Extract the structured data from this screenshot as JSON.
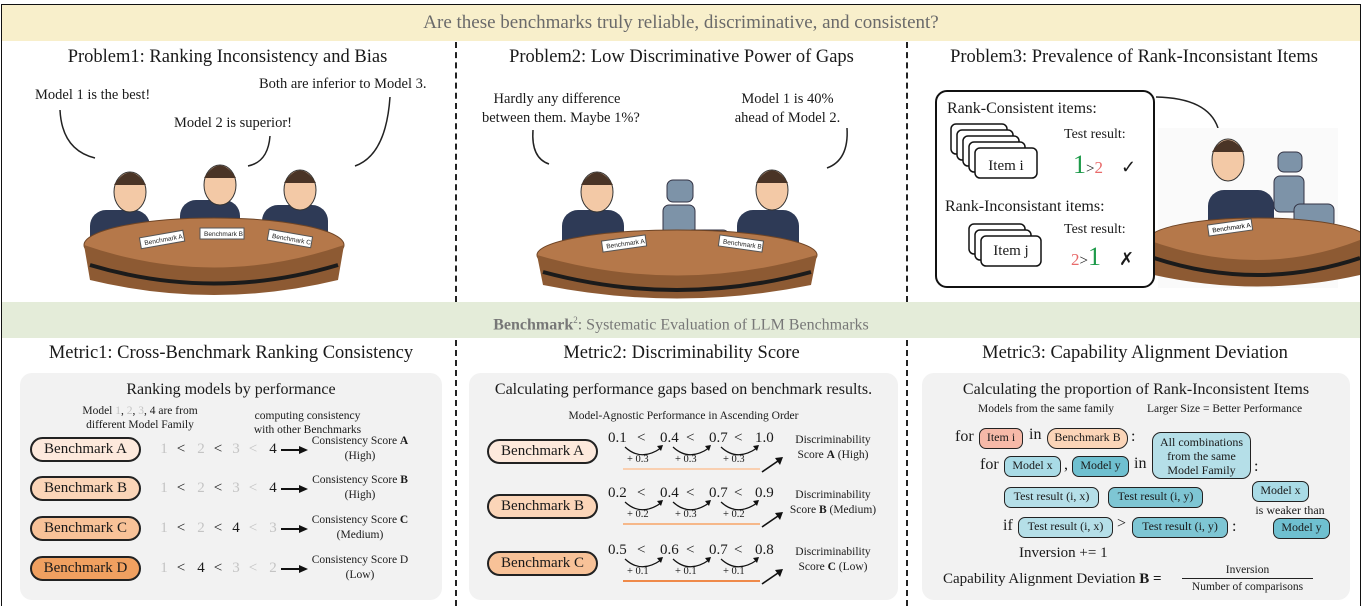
{
  "banner": "Are these benchmarks truly reliable, discriminative, and consistent?",
  "colors": {
    "banner_bg": "#f8efcb",
    "band_bg": "#e4ecd9",
    "bench_a": "#fde9dc",
    "bench_b": "#fbd5b8",
    "bench_c": "#f8c298",
    "bench_d": "#f0a060",
    "item": "#f6b9a8",
    "model_x": "#a9dbe6",
    "model_y": "#6fc0d0",
    "green": "#1e9a4a",
    "red": "#e86a6a",
    "gap_line": "#f0a070"
  },
  "problem1": {
    "title": "Problem1: Ranking Inconsistency and Bias",
    "bubble1": "Model 1 is the best!",
    "bubble2": "Model 2 is superior!",
    "bubble3": "Both are inferior to Model 3.",
    "cards": [
      "Benchmark A",
      "Benchmark B",
      "Benchmark C"
    ]
  },
  "problem2": {
    "title": "Problem2: Low Discriminative Power of Gaps",
    "bubble1_l1": "Hardly any difference",
    "bubble1_l2": "between them. Maybe 1%?",
    "bubble2_l1": "Model 1 is 40%",
    "bubble2_l2": "ahead of Model 2.",
    "cards": [
      "Benchmark A",
      "Benchmark B"
    ]
  },
  "problem3": {
    "title": "Problem3: Prevalence of Rank-Inconsistant Items",
    "consistent_heading": "Rank-Consistent items:",
    "item_i": "Item i",
    "test_result": "Test result:",
    "c_left": "1",
    "c_op": ">",
    "c_right": "2",
    "check": "✓",
    "inconsistent_heading": "Rank-Inconsistant items:",
    "item_j": "Item j",
    "i_left": "2",
    "i_op": ">",
    "i_right": "1",
    "cross": "✗",
    "card": "Benchmark A"
  },
  "band": {
    "bold": "Benchmark",
    "sup": "2",
    "rest": ": Systematic Evaluation of LLM Benchmarks"
  },
  "metric1": {
    "title": "Metric1: Cross-Benchmark Ranking Consistency",
    "box_title": "Ranking models by performance",
    "note_prefix": "Model ",
    "note_nums": [
      "1",
      ", ",
      "2",
      ", ",
      "3",
      ", 4 are from"
    ],
    "note_l2": "different Model Family",
    "note2_l1": "computing consistency",
    "note2_l2": "with other Benchmarks",
    "rows": [
      {
        "bench": "Benchmark A",
        "seq": [
          {
            "n": "1",
            "dim": true
          },
          {
            "n": "<",
            "dim": false
          },
          {
            "n": "2",
            "dim": true
          },
          {
            "n": "<",
            "dim": false
          },
          {
            "n": "3",
            "dim": true
          },
          {
            "n": "<",
            "dim": true
          },
          {
            "n": "4",
            "dim": false
          }
        ],
        "score": "Consistency Score ",
        "letter": "A",
        "bold": true,
        "level": "(High)"
      },
      {
        "bench": "Benchmark B",
        "seq": [
          {
            "n": "1",
            "dim": true
          },
          {
            "n": "<",
            "dim": false
          },
          {
            "n": "2",
            "dim": true
          },
          {
            "n": "<",
            "dim": false
          },
          {
            "n": "3",
            "dim": true
          },
          {
            "n": "<",
            "dim": true
          },
          {
            "n": "4",
            "dim": false
          }
        ],
        "score": "Consistency Score ",
        "letter": "B",
        "bold": true,
        "level": "(High)"
      },
      {
        "bench": "Benchmark C",
        "seq": [
          {
            "n": "1",
            "dim": true
          },
          {
            "n": "<",
            "dim": false
          },
          {
            "n": "2",
            "dim": true
          },
          {
            "n": "<",
            "dim": false
          },
          {
            "n": "4",
            "dim": false
          },
          {
            "n": "<",
            "dim": true
          },
          {
            "n": "3",
            "dim": true
          }
        ],
        "score": "Consistency Score ",
        "letter": "C",
        "bold": true,
        "level": "(Medium)"
      },
      {
        "bench": "Benchmark D",
        "seq": [
          {
            "n": "1",
            "dim": true
          },
          {
            "n": "<",
            "dim": false
          },
          {
            "n": "4",
            "dim": false
          },
          {
            "n": "<",
            "dim": false
          },
          {
            "n": "3",
            "dim": true
          },
          {
            "n": "<",
            "dim": true
          },
          {
            "n": "2",
            "dim": true
          }
        ],
        "score": "Consistency Score ",
        "letter": "D",
        "bold": false,
        "level": "(Low)"
      }
    ]
  },
  "metric2": {
    "title": "Metric2: Discriminability Score",
    "box_title": "Calculating performance gaps based on benchmark results.",
    "subtitle": "Model-Agnostic Performance in Ascending Order",
    "rows": [
      {
        "bench": "Benchmark A",
        "values": [
          "0.1",
          "0.4",
          "0.7",
          "1.0"
        ],
        "gaps": [
          "+ 0.3",
          "+ 0.3",
          "+ 0.3"
        ],
        "l1": "Discriminability",
        "l2": "Score ",
        "letter": "A",
        "level": " (High)"
      },
      {
        "bench": "Benchmark B",
        "values": [
          "0.2",
          "0.4",
          "0.7",
          "0.9"
        ],
        "gaps": [
          "+ 0.2",
          "+ 0.3",
          "+ 0.2"
        ],
        "l1": "Discriminability",
        "l2": "Score ",
        "letter": "B",
        "level": " (Medium)"
      },
      {
        "bench": "Benchmark C",
        "values": [
          "0.5",
          "0.6",
          "0.7",
          "0.8"
        ],
        "gaps": [
          "+ 0.1",
          "+ 0.1",
          "+ 0.1"
        ],
        "l1": "Discriminability",
        "l2": "Score ",
        "letter": "C",
        "level": " (Low)"
      }
    ]
  },
  "metric3": {
    "title": "Metric3: Capability Alignment Deviation",
    "box_title": "Calculating the proportion of Rank-Inconsistent Items",
    "sub1": "Models from the same family",
    "sub2": "Larger Size = Better Performance",
    "kw_for": "for",
    "kw_in": "in",
    "kw_if": "if",
    "colon": ":",
    "comma": ",",
    "gt": ">",
    "item_i": "Item i",
    "bench_b": "Benchmark B",
    "model_x": "Model x",
    "model_y": "Model y",
    "combos_l1": "All combinations",
    "combos_l2": "from the same",
    "combos_l3": "Model Family",
    "tr_x": "Test result (i, x)",
    "tr_y": "Test result (i, y)",
    "weaker": "is weaker than",
    "inversion": "Inversion += 1",
    "formula_prefix": "Capability Alignment Deviation ",
    "formula_letter": "B =",
    "numerator": "Inversion",
    "denominator": "Number of comparisons"
  }
}
